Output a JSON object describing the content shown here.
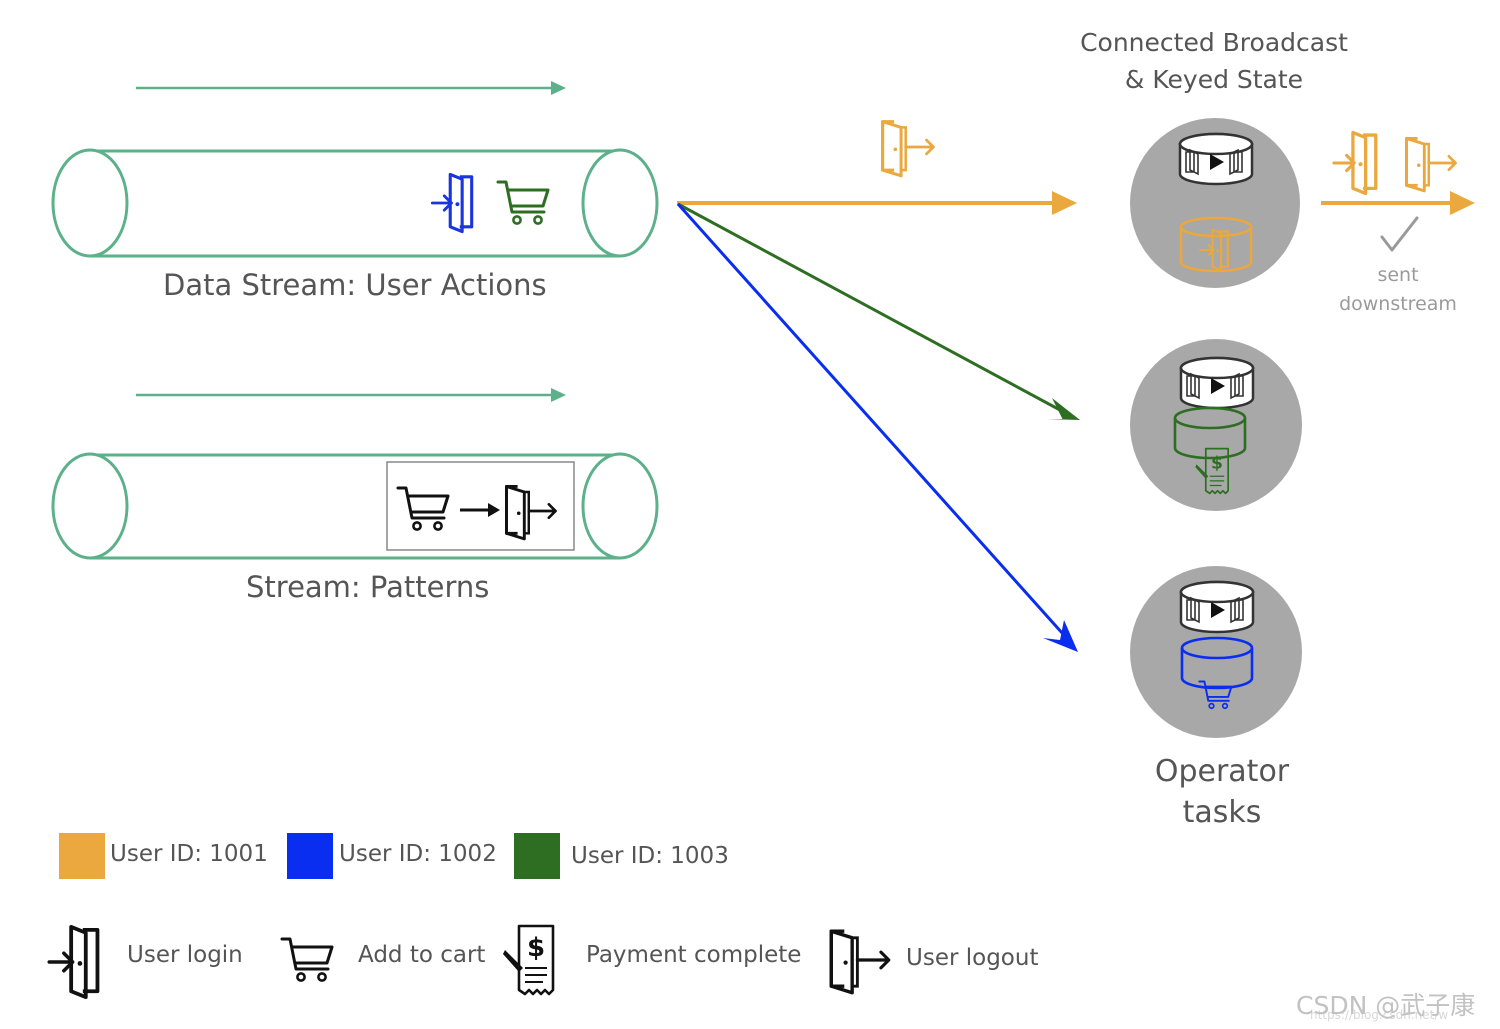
{
  "streams": {
    "user_actions_label": "Data Stream: User Actions",
    "patterns_label": "Stream: Patterns"
  },
  "state": {
    "title_line1": "Connected Broadcast",
    "title_line2": "& Keyed State"
  },
  "downstream": {
    "line1": "sent",
    "line2": "downstream"
  },
  "operator": {
    "line1": "Operator",
    "line2": "tasks"
  },
  "legend": {
    "users": [
      {
        "label": "User ID: 1001",
        "color": "#eaa83e"
      },
      {
        "label": "User ID: 1002",
        "color": "#0a2ef0"
      },
      {
        "label": "User ID: 1003",
        "color": "#2d6e22"
      }
    ],
    "events": [
      {
        "label": "User login",
        "icon": "login-icon"
      },
      {
        "label": "Add to cart",
        "icon": "cart-icon"
      },
      {
        "label": "Payment complete",
        "icon": "receipt-icon"
      },
      {
        "label": "User logout",
        "icon": "logout-icon"
      }
    ]
  },
  "colors": {
    "pipe": "#5cb08a",
    "orange": "#eaa83e",
    "blue": "#0a2ef0",
    "green": "#2d6e22",
    "operator_fill": "#a8a8a8"
  },
  "watermark": {
    "text": "CSDN @武子康",
    "url_text": "https://blog.csdn.net/w"
  }
}
